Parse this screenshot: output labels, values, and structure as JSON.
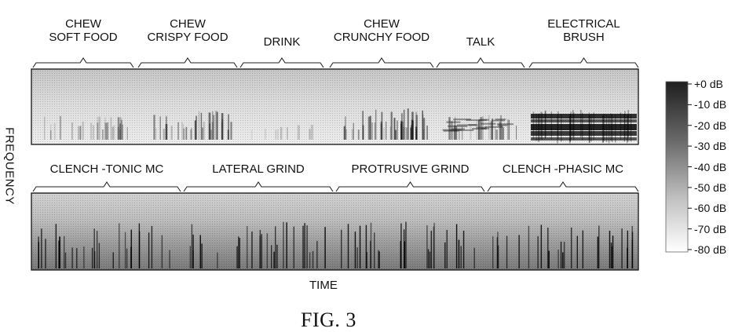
{
  "top_segments": [
    {
      "label": "CHEW\nSOFT FOOD",
      "density": 0.55,
      "intensity": 0.55
    },
    {
      "label": "CHEW\nCRISPY FOOD",
      "density": 0.65,
      "intensity": 0.75
    },
    {
      "label": "DRINK",
      "density": 0.25,
      "intensity": 0.25
    },
    {
      "label": "CHEW\nCRUNCHY FOOD",
      "density": 0.8,
      "intensity": 0.85
    },
    {
      "label": "TALK",
      "density": 0.6,
      "intensity": 0.6
    },
    {
      "label": "ELECTRICAL\nBRUSH",
      "density": 1.0,
      "intensity": 0.95
    }
  ],
  "bottom_segments": [
    {
      "label": "CLENCH -TONIC MC"
    },
    {
      "label": "LATERAL GRIND"
    },
    {
      "label": "PROTRUSIVE GRIND"
    },
    {
      "label": "CLENCH -PHASIC MC"
    }
  ],
  "colorbar": {
    "ticks": [
      "+0 dB",
      "-10 dB",
      "-20 dB",
      "-30 dB",
      "-40 dB",
      "-50 dB",
      "-60 dB",
      "-70 dB",
      "-80 dB"
    ],
    "colors": [
      "#222222",
      "#ffffff"
    ]
  },
  "axis": {
    "y_label": "FREQUENCY",
    "x_label": "TIME"
  },
  "figure_caption": "FIG. 3"
}
